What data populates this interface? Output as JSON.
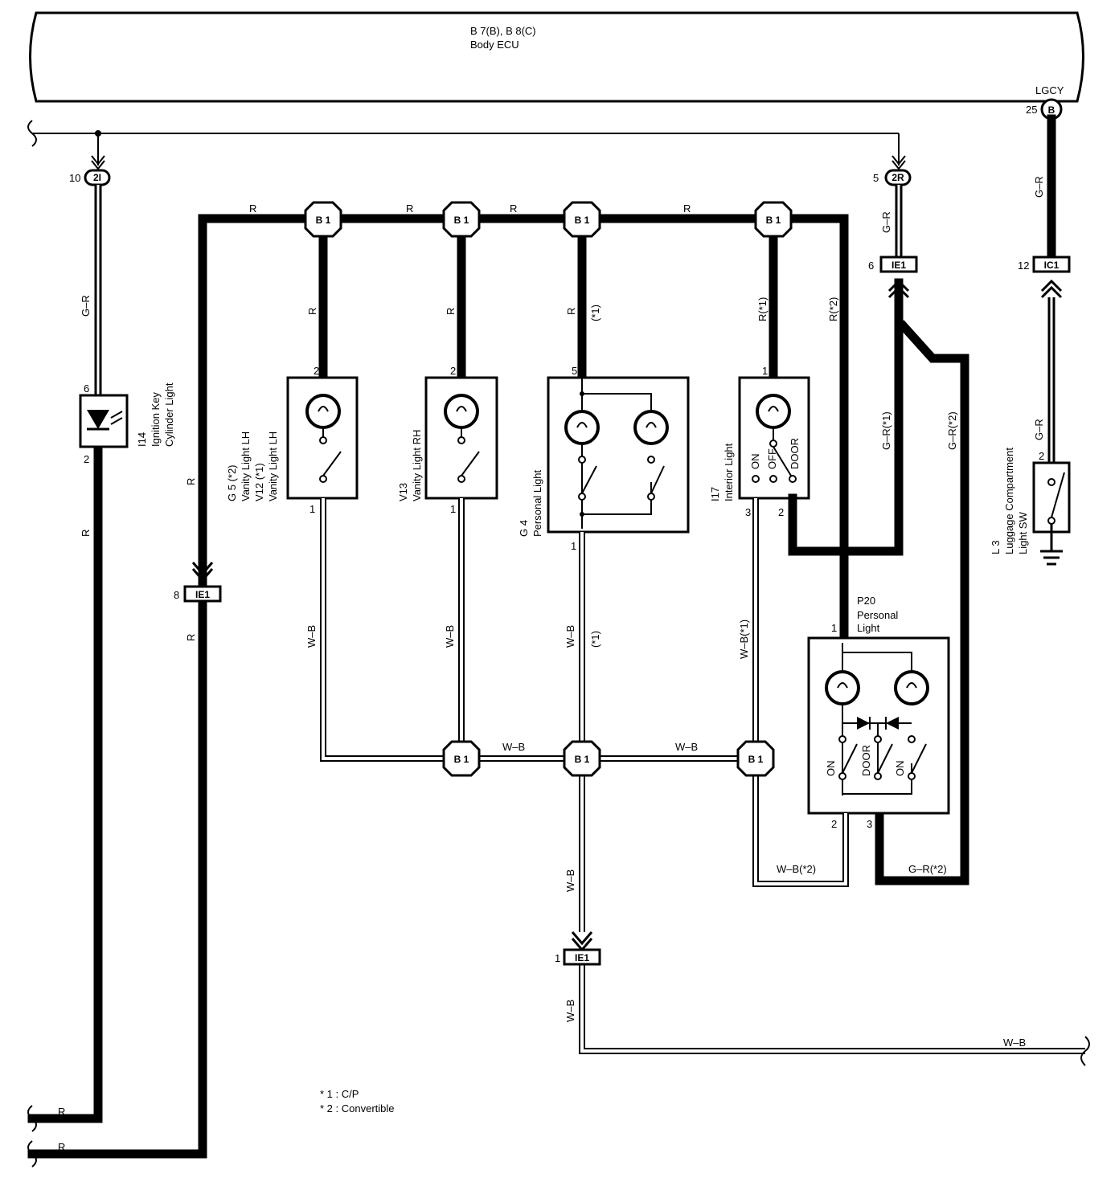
{
  "ecu": {
    "line1": "B 7(B), B 8(C)",
    "line2": "Body ECU",
    "terminal": "LGCY"
  },
  "connectors": {
    "b1": "B 1",
    "ie1": "IE1",
    "ic1": "IC1",
    "c2i": "2I",
    "c2r": "2R",
    "cb": "B"
  },
  "wires": {
    "r": "R",
    "gr": "G–R",
    "wb": "W–B",
    "r_c1": "R(*1)",
    "r_c2": "R(*2)",
    "gr_c1": "G–R(*1)",
    "gr_c2": "G–R(*2)",
    "wb_c1": "W–B(*1)",
    "wb_c2": "W–B(*2)",
    "c1": "(*1)"
  },
  "pins": {
    "p1": "1",
    "p2": "2",
    "p3": "3",
    "p5": "5",
    "p6": "6",
    "p8": "8",
    "p10": "10",
    "p12": "12",
    "p25": "25"
  },
  "components": {
    "i14": {
      "code": "I14",
      "name1": "Ignition Key",
      "name2": "Cylinder Light"
    },
    "g5": {
      "code1": "G 5 (*2)",
      "name1": "Vanity Light LH",
      "code2": "V12 (*1)",
      "name2": "Vanity Light LH"
    },
    "v13": {
      "code": "V13",
      "name": "Vanity Light RH"
    },
    "g4": {
      "code": "G 4",
      "name": "Personal Light"
    },
    "i17": {
      "code": "I17",
      "name": "Interior Light",
      "sw_on": "ON",
      "sw_off": "OFF",
      "sw_door": "DOOR"
    },
    "p20": {
      "code": "P20",
      "name1": "Personal",
      "name2": "Light",
      "sw_on": "ON",
      "sw_door": "DOOR"
    },
    "l3": {
      "code": "L 3",
      "name1": "Luggage Compartment",
      "name2": "Light SW"
    }
  },
  "notes": {
    "n1": "* 1 : C/P",
    "n2": "* 2 : Convertible"
  }
}
